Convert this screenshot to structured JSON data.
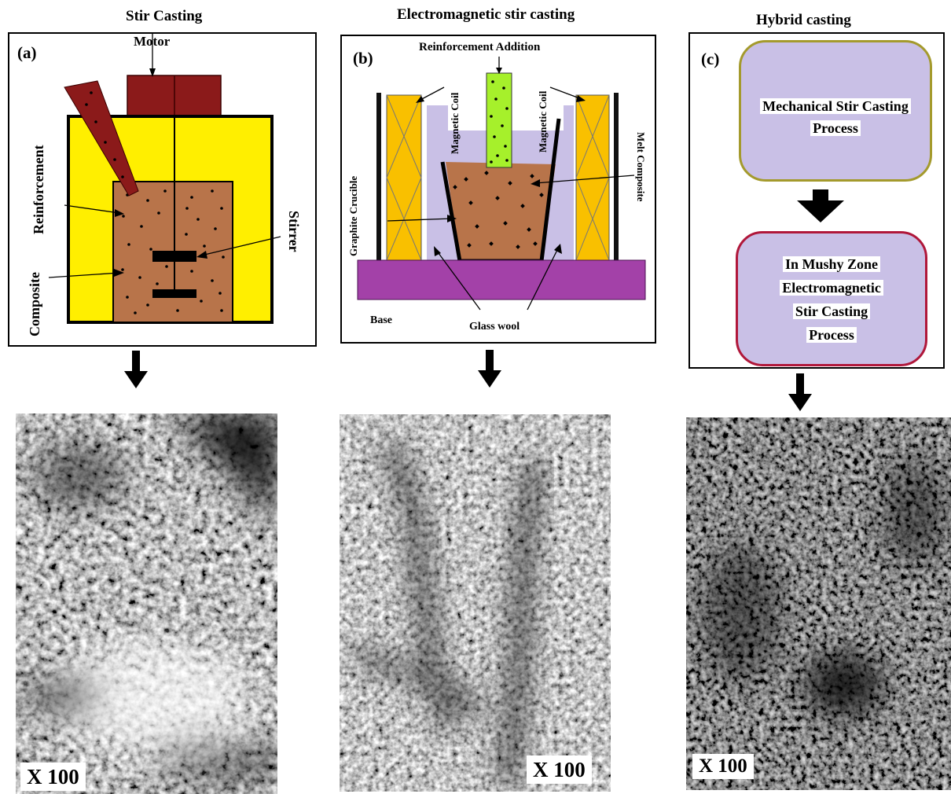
{
  "panel_a": {
    "title": "Stir Casting",
    "tag": "(a)",
    "labels": {
      "motor": "Motor",
      "reinforcement": "Reinforcement",
      "composite": "Composite",
      "stirrer": "Stirrer"
    },
    "scale": "X 100"
  },
  "panel_b": {
    "title": "Electromagnetic stir casting",
    "tag": "(b)",
    "labels": {
      "reinforcement_addition": "Reinforcement Addition",
      "magnetic_coil_left": "Magnetic Coil",
      "magnetic_coil_right": "Magnetic Coil",
      "graphite_crucible": "Graphite Crucible",
      "melt_composite": "Melt Composite",
      "base": "Base",
      "glass_wool": "Glass wool"
    },
    "scale": "X 100"
  },
  "panel_c": {
    "title": "Hybrid casting",
    "tag": "(c)",
    "box1_lines": [
      "Mechanical Stir Casting",
      "Process"
    ],
    "box2_lines": [
      "In Mushy  Zone",
      "Electromagnetic",
      "Stir Casting",
      "Process"
    ],
    "scale": "X 100"
  },
  "colors": {
    "motor": "#8b1a1a",
    "furnace": "#ffef00",
    "composite": "#b8744a",
    "coil": "#f9c000",
    "glass_wool": "#c9c0e6",
    "base": "#a341a8",
    "reinforcement_tube": "#a6f02b",
    "box1_border": "#a49a2c",
    "box2_border": "#b0173a"
  }
}
